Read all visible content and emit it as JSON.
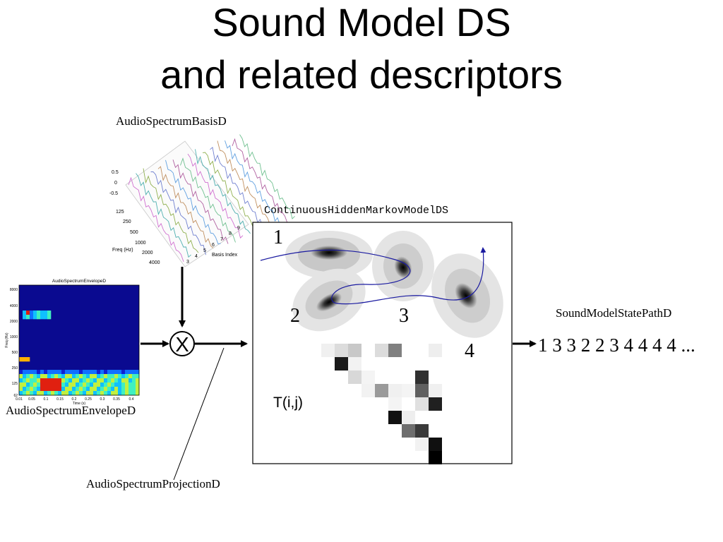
{
  "title": {
    "line1": "Sound Model DS",
    "line2": "and related descriptors"
  },
  "basis_panel": {
    "label": "AudioSpectrumBasisD",
    "z_ticks": [
      "0.5",
      "0",
      "-0.5"
    ],
    "freq_ticks": [
      "125",
      "250",
      "500",
      "1000",
      "2000",
      "4000"
    ],
    "freq_label": "Freq (Hz)",
    "basis_ticks": [
      "3",
      "4",
      "5",
      "6",
      "7",
      "8",
      "9"
    ],
    "basis_label": "Basis Index"
  },
  "envelope_panel": {
    "label": "AudioSpectrumEnvelopeD",
    "plot_title": "AudioSpectrumEnvelopeD",
    "y_ticks": [
      "8000",
      "4000",
      "2000",
      "1000",
      "500",
      "250",
      "125",
      "62"
    ],
    "y_label": "Freq (Hz)",
    "x_ticks": [
      "0.01",
      "0.05",
      "0.1",
      "0.15",
      "0.2",
      "0.25",
      "0.3",
      "0.35",
      "0.4"
    ],
    "x_label": "Time (s)"
  },
  "operator": {
    "symbol": "X"
  },
  "projection": {
    "label": "AudioSpectrumProjectionD"
  },
  "hmm": {
    "label": "ContinuousHiddenMarkovModelDS",
    "states": [
      "1",
      "2",
      "3",
      "4"
    ],
    "transition_label": "T(i,j)"
  },
  "state_path": {
    "label": "SoundModelStatePathD",
    "sequence": "1 3 3 2 2 3 4 4 4 4 ..."
  }
}
